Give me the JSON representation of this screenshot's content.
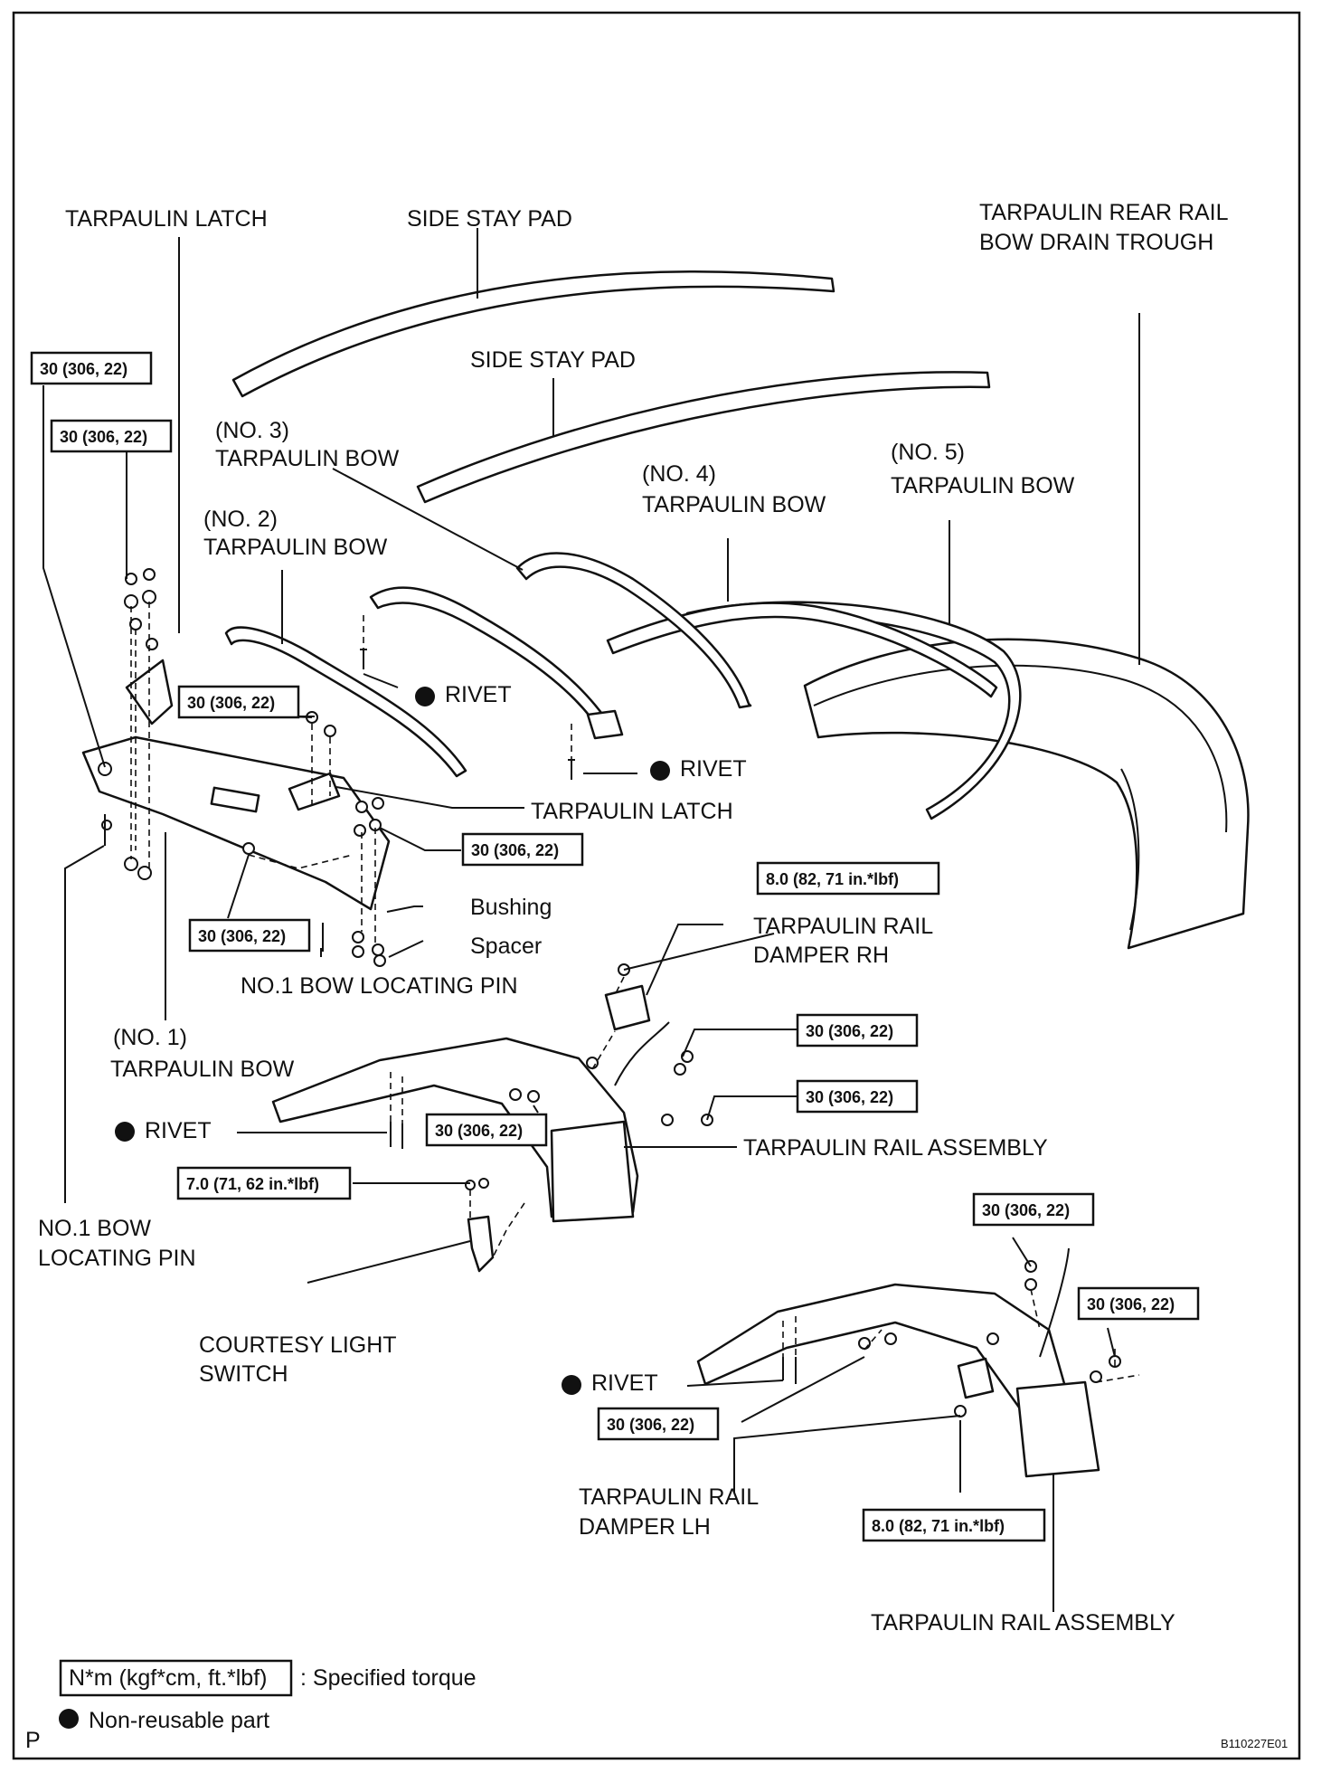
{
  "labels": {
    "tarpaulin_latch_top": "TARPAULIN LATCH",
    "side_stay_pad_1": "SIDE STAY PAD",
    "rear_rail_line1": "TARPAULIN REAR RAIL",
    "rear_rail_line2": "BOW DRAIN TROUGH",
    "side_stay_pad_2": "SIDE STAY PAD",
    "bow3_line1": "(NO. 3)",
    "bow3_line2": "TARPAULIN BOW",
    "bow4_line1": "(NO. 4)",
    "bow4_line2": "TARPAULIN BOW",
    "bow5_line1": "(NO. 5)",
    "bow5_line2": "TARPAULIN BOW",
    "bow2_line1": "(NO. 2)",
    "bow2_line2": "TARPAULIN BOW",
    "rivet_1": "RIVET",
    "rivet_2": "RIVET",
    "tarpaulin_latch_mid": "TARPAULIN LATCH",
    "bushing": "Bushing",
    "spacer": "Spacer",
    "no1_pin_mid": "NO.1 BOW LOCATING PIN",
    "damper_rh_line1": "TARPAULIN RAIL",
    "damper_rh_line2": "DAMPER RH",
    "bow1_line1": "(NO. 1)",
    "bow1_line2": "TARPAULIN BOW",
    "rivet_3": "RIVET",
    "rail_assembly_1": "TARPAULIN RAIL ASSEMBLY",
    "no1_pin_left_line1": "NO.1 BOW",
    "no1_pin_left_line2": "LOCATING PIN",
    "courtesy_line1": "COURTESY LIGHT",
    "courtesy_line2": "SWITCH",
    "rivet_4": "RIVET",
    "damper_lh_line1": "TARPAULIN RAIL",
    "damper_lh_line2": "DAMPER LH",
    "rail_assembly_2": "TARPAULIN RAIL ASSEMBLY"
  },
  "torques": {
    "t1": "30 (306, 22)",
    "t2": "30 (306, 22)",
    "t3": "30 (306, 22)",
    "t4": "30 (306, 22)",
    "t5": "30 (306, 22)",
    "t6": "8.0 (82, 71 in.*lbf)",
    "t7": "30 (306, 22)",
    "t8": "30 (306, 22)",
    "t9": "30 (306, 22)",
    "t10": "7.0 (71, 62 in.*lbf)",
    "t11": "30 (306, 22)",
    "t12": "30 (306, 22)",
    "t13": "30 (306, 22)",
    "t14": "8.0 (82, 71 in.*lbf)"
  },
  "legend": {
    "torque_box": "N*m (kgf*cm, ft.*lbf)",
    "torque_desc": ": Specified torque",
    "nonreusable_desc": "Non-reusable part"
  },
  "corner": {
    "page_letter": "P",
    "figure_code": "B110227E01"
  }
}
